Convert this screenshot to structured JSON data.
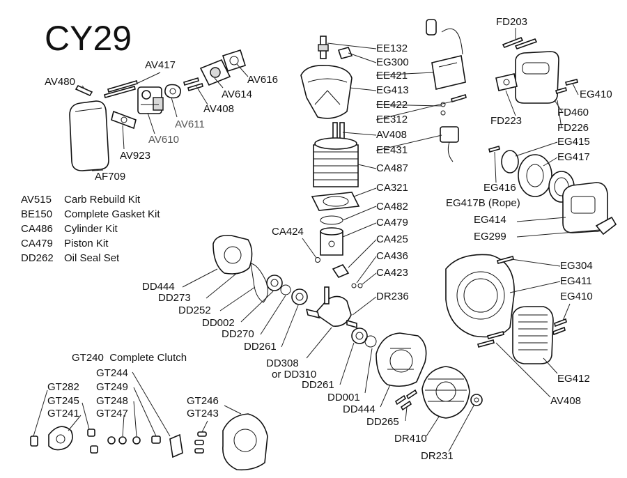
{
  "title": "CY29",
  "kits": [
    {
      "code": "AV515",
      "desc": "Carb Rebuild Kit"
    },
    {
      "code": "BE150",
      "desc": "Complete Gasket Kit"
    },
    {
      "code": "CA486",
      "desc": "Cylinder Kit"
    },
    {
      "code": "CA479",
      "desc": "Piston Kit"
    },
    {
      "code": "DD262",
      "desc": "Oil Seal Set"
    }
  ],
  "clutch_heading": {
    "code": "GT240",
    "desc": "Complete Clutch"
  },
  "labels": {
    "av480": "AV480",
    "av417": "AV417",
    "av616": "AV616",
    "av614": "AV614",
    "av408_top": "AV408",
    "av611": "AV611",
    "av610": "AV610",
    "av923": "AV923",
    "af709": "AF709",
    "ee132": "EE132",
    "eg300": "EG300",
    "ee421": "EE421",
    "eg413": "EG413",
    "ee422": "EE422",
    "ee312": "EE312",
    "av408_mid": "AV408",
    "ee431": "EE431",
    "ca487": "CA487",
    "ca321": "CA321",
    "ca482": "CA482",
    "ca424": "CA424",
    "ca479": "CA479",
    "ca425": "CA425",
    "ca436": "CA436",
    "ca423": "CA423",
    "dr236": "DR236",
    "fd203": "FD203",
    "eg410_top": "EG410",
    "fd460": "FD460",
    "fd223": "FD223",
    "fd226": "FD226",
    "eg415": "EG415",
    "eg417": "EG417",
    "eg416": "EG416",
    "eg417b": "EG417B (Rope)",
    "eg414": "EG414",
    "eg299": "EG299",
    "eg304": "EG304",
    "eg411": "EG411",
    "eg410_bot": "EG410",
    "eg412": "EG412",
    "av408_bot": "AV408",
    "dd444_left": "DD444",
    "dd273": "DD273",
    "dd252": "DD252",
    "dd002": "DD002",
    "dd270": "DD270",
    "dd261_left": "DD261",
    "dd308": "DD308",
    "dd310": "or DD310",
    "dd261_right": "DD261",
    "dd001": "DD001",
    "dd444_right": "DD444",
    "dd265": "DD265",
    "dr410": "DR410",
    "dr231": "DR231",
    "gt244": "GT244",
    "gt249": "GT249",
    "gt248": "GT248",
    "gt247": "GT247",
    "gt282": "GT282",
    "gt245": "GT245",
    "gt241": "GT241",
    "gt246": "GT246",
    "gt243": "GT243"
  }
}
